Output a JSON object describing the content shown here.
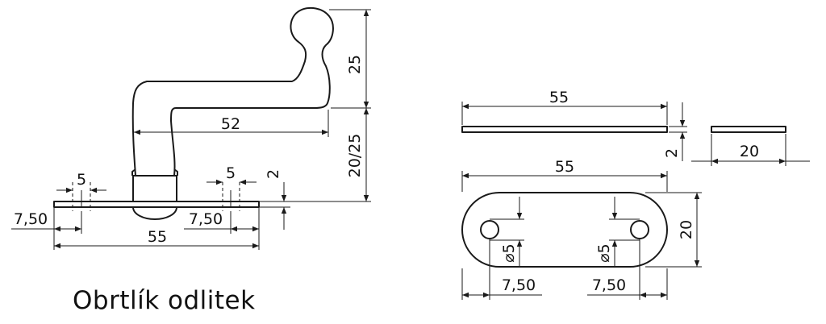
{
  "title": "Obrtlík odlitek",
  "side_view": {
    "dim_head_height": "25",
    "dim_arm_length": "52",
    "dim_total_height": "20/25",
    "dim_hole_left": "5",
    "dim_hole_right": "5",
    "dim_plate_thickness": "2",
    "dim_offset_left": "7,50",
    "dim_offset_right": "7,50",
    "dim_plate_length": "55"
  },
  "plate_edge_view": {
    "dim_length": "55",
    "dim_thickness": "2"
  },
  "plate_end_view": {
    "dim_width": "20"
  },
  "plate_top_view": {
    "dim_length": "55",
    "dim_width": "20",
    "dim_hole_left": "⌀5",
    "dim_hole_right": "⌀5",
    "dim_offset_left": "7,50",
    "dim_offset_right": "7,50"
  }
}
